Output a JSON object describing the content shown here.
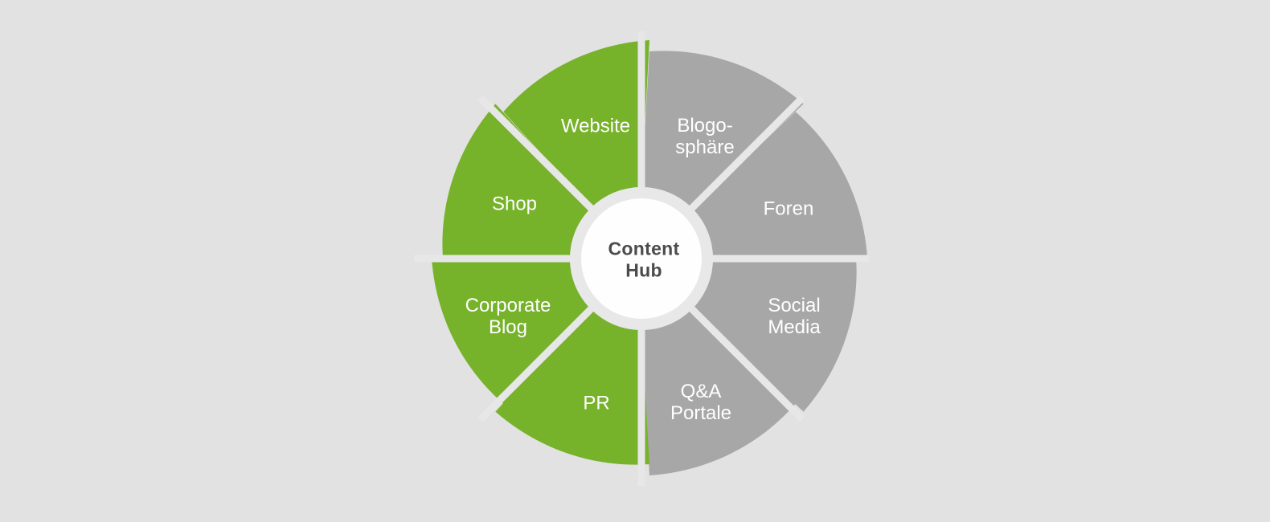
{
  "diagram": {
    "hub": {
      "lines": [
        "Content",
        "Hub"
      ]
    },
    "segments": [
      {
        "id": "blogosphaere",
        "lines": [
          "Blogo-",
          "sphäre"
        ],
        "color": "gray"
      },
      {
        "id": "foren",
        "lines": [
          "Foren"
        ],
        "color": "gray"
      },
      {
        "id": "social-media",
        "lines": [
          "Social",
          "Media"
        ],
        "color": "gray"
      },
      {
        "id": "qa-portale",
        "lines": [
          "Q&A",
          "Portale"
        ],
        "color": "gray"
      },
      {
        "id": "pr",
        "lines": [
          "PR"
        ],
        "color": "green"
      },
      {
        "id": "corporate-blog",
        "lines": [
          "Corporate",
          "Blog"
        ],
        "color": "green"
      },
      {
        "id": "shop",
        "lines": [
          "Shop"
        ],
        "color": "green"
      },
      {
        "id": "website",
        "lines": [
          "Website"
        ],
        "color": "green"
      }
    ],
    "colors": {
      "green": "#77b22b",
      "gray": "#a7a7a7",
      "background": "#e2e2e2",
      "separator": "#e7e7e7",
      "hub_ring": "#e8e8e8",
      "hub_fill": "#fefefe",
      "label_text": "#ffffff",
      "hub_text": "#4b4b4d"
    }
  }
}
